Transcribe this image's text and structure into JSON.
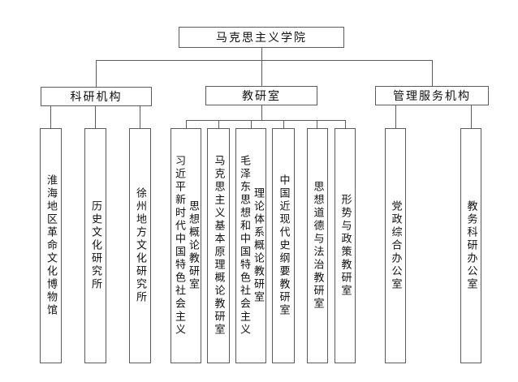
{
  "diagram_type": "organization-chart",
  "colors": {
    "line": "#5c5c5c",
    "border": "#5c5c5c",
    "text": "#111111",
    "background": "#ffffff"
  },
  "tree": {
    "root": {
      "label": "马克思主义学院"
    },
    "branches": [
      {
        "label": "科研机构",
        "children": [
          {
            "label": "淮海地区革命文化博物馆"
          },
          {
            "label": "历史文化研究所"
          },
          {
            "label": "徐州地方文化研究所"
          }
        ]
      },
      {
        "label": "教研室",
        "children": [
          {
            "label": "习近平新时代中国特色社会主义\n思想概论教研室"
          },
          {
            "label": "马克思主义基本原理概论教研室"
          },
          {
            "label": "毛泽东思想和中国特色社会主义\n理论体系概论教研室"
          },
          {
            "label": "中国近现代史纲要教研室"
          },
          {
            "label": "思想道德与法治教研室"
          },
          {
            "label": "形势与政策教研室"
          }
        ]
      },
      {
        "label": "管理服务机构",
        "children": [
          {
            "label": "党政综合办公室"
          },
          {
            "label": "教务科研办公室"
          }
        ]
      }
    ]
  }
}
